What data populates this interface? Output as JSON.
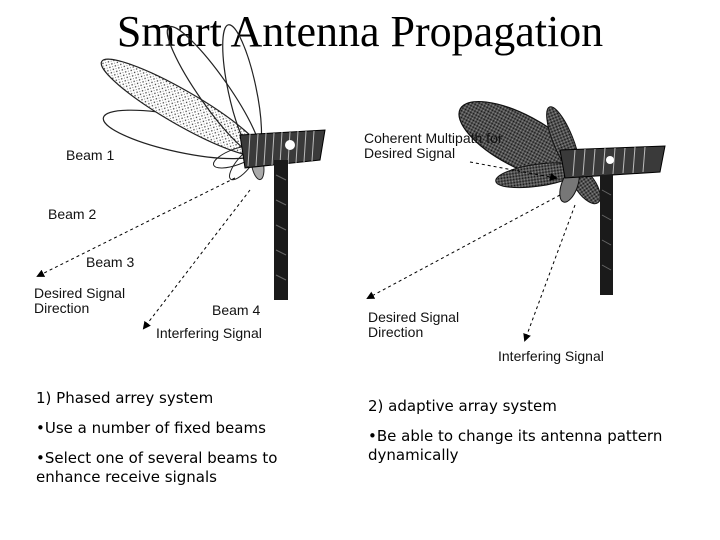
{
  "title": "Smart Antenna Propagation",
  "left_diagram": {
    "beam1": "Beam 1",
    "beam2": "Beam 2",
    "beam3": "Beam 3",
    "beam4": "Beam 4",
    "desired_line1": "Desired Signal",
    "desired_line2": "Direction",
    "interfering": "Interfering Signal"
  },
  "right_diagram": {
    "multipath_line1": "Coherent Multipath for",
    "multipath_line2": "Desired Signal",
    "desired_line1": "Desired Signal",
    "desired_line2": "Direction",
    "interfering": "Interfering Signal"
  },
  "left_text": {
    "heading": "1) Phased arrey system",
    "bullet1": "•Use a number of fixed beams",
    "bullet2_line1": "•Select one of several beams to",
    "bullet2_line2": "enhance receive signals"
  },
  "right_text": {
    "heading": "2) adaptive array system",
    "bullet1_line1": "•Be able to change its antenna pattern",
    "bullet1_line2": "dynamically"
  }
}
